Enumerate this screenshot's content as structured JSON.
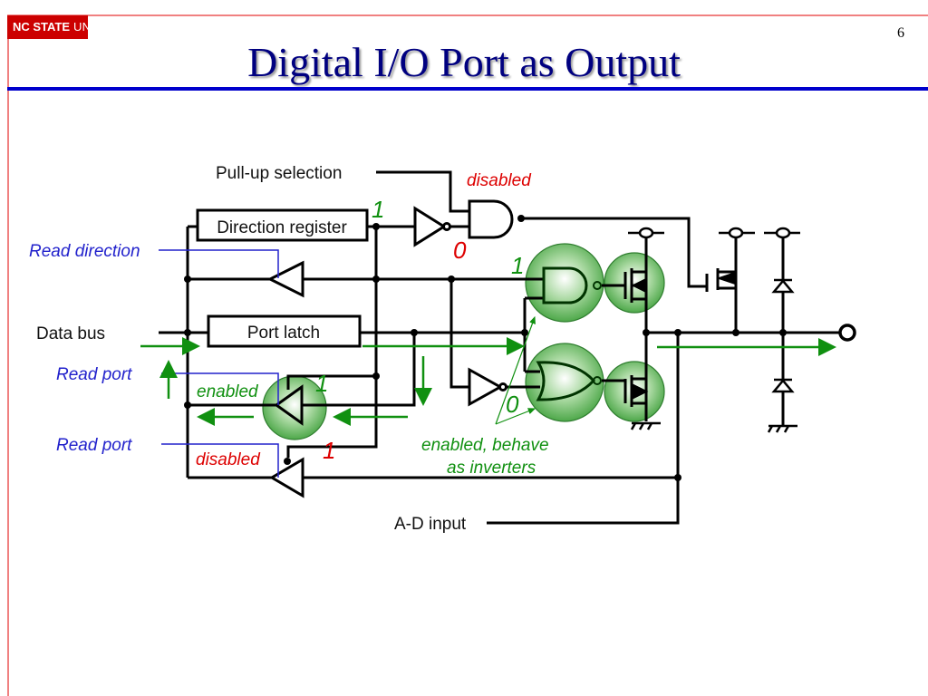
{
  "header": {
    "logo_bold": "NC STATE",
    "logo_light": " UNIVERSITY",
    "page_number": "6",
    "title": "Digital I/O Port as Output"
  },
  "colors": {
    "title": "#000080",
    "rule": "#0000cc",
    "logo": "#cc0000",
    "annotation_red": "#dd0000",
    "annotation_green": "#109010",
    "annotation_blue": "#2222cc"
  },
  "diagram": {
    "pullup_selection": "Pull-up selection",
    "direction_register": "Direction register",
    "port_latch": "Port latch",
    "read_direction": "Read direction",
    "data_bus": "Data bus",
    "read_port_1": "Read port",
    "read_port_2": "Read port",
    "ad_input": "A-D input",
    "disabled_top": "disabled",
    "disabled_bottom": "disabled",
    "enabled": "enabled",
    "enabled_inverters_1": "enabled, behave",
    "enabled_inverters_2": "as inverters",
    "dir_value": "1",
    "pullup_and_value": "0",
    "nand_value": "1",
    "nor_value": "0",
    "mid_buffer_value": "1",
    "ad_buffer_value": "1"
  }
}
